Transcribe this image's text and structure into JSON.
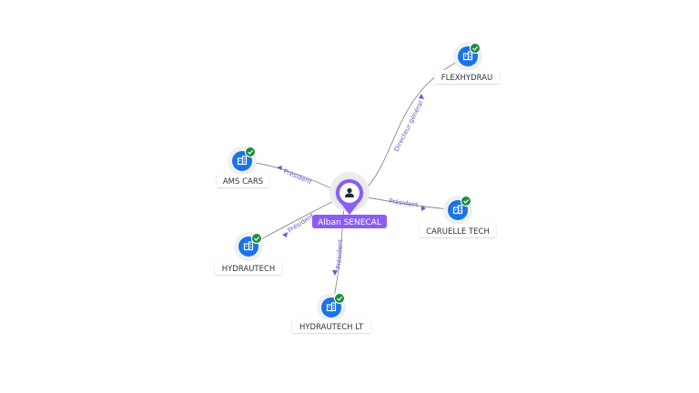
{
  "center": {
    "name": "Alban SENECAL",
    "icon": "person-icon",
    "color": "#8b5cf6"
  },
  "companies": [
    {
      "id": "flexhydrau",
      "name": "FLEXHYDRAU",
      "relation": "Directeur général",
      "icon": "building-icon",
      "badge": "check-badge-icon"
    },
    {
      "id": "ams-cars",
      "name": "AMS CARS",
      "relation": "Président",
      "icon": "building-icon",
      "badge": "check-badge-icon"
    },
    {
      "id": "caruelle-tech",
      "name": "CARUELLE TECH",
      "relation": "Président",
      "icon": "building-icon",
      "badge": "check-badge-icon"
    },
    {
      "id": "hydrautech",
      "name": "HYDRAUTECH",
      "relation": "Président",
      "icon": "building-icon",
      "badge": "check-badge-icon"
    },
    {
      "id": "hydrautech-lt",
      "name": "HYDRAUTECH LT",
      "relation": "Président",
      "icon": "building-icon",
      "badge": "check-badge-icon"
    }
  ],
  "colors": {
    "company_node": "#1a73e8",
    "badge": "#1e8e3e",
    "relation_text": "#6a5acd"
  }
}
